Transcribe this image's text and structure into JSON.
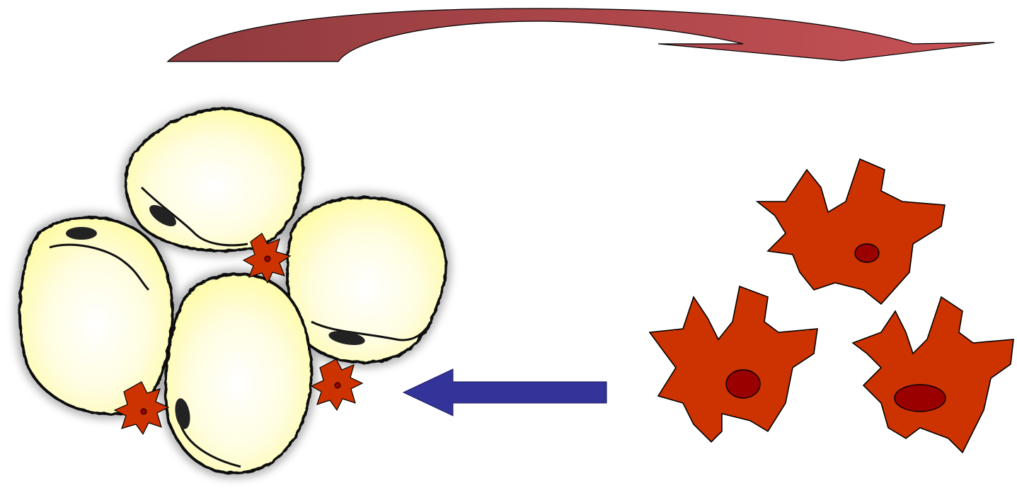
{
  "diagram": {
    "nodes": [
      {
        "id": "adipocyte-cluster",
        "kind": "adipocyte",
        "count": 4
      },
      {
        "id": "macrophage-group",
        "kind": "macrophage",
        "count": 3
      },
      {
        "id": "adherent-macrophages",
        "kind": "small-macrophage",
        "count": 3
      }
    ],
    "edges": [
      {
        "from": "adipocyte-cluster",
        "to": "macrophage-group",
        "style": "curved-arrow",
        "color": "#b84c4e"
      },
      {
        "from": "macrophage-group",
        "to": "adipocyte-cluster",
        "style": "block-arrow",
        "color": "#33339a"
      }
    ],
    "colors": {
      "adipocyte_fill": "#fdfba0",
      "adipocyte_center": "#ffffff",
      "adipocyte_outline": "#111111",
      "adipocyte_halo": "#9a9a9a",
      "nucleus": "#222222",
      "macrophage_fill": "#cc3300",
      "macrophage_nucleus": "#9a0000",
      "curved_arrow_dark": "#8e3a3d",
      "curved_arrow_light": "#c85256",
      "blue_arrow": "#33339a"
    }
  }
}
